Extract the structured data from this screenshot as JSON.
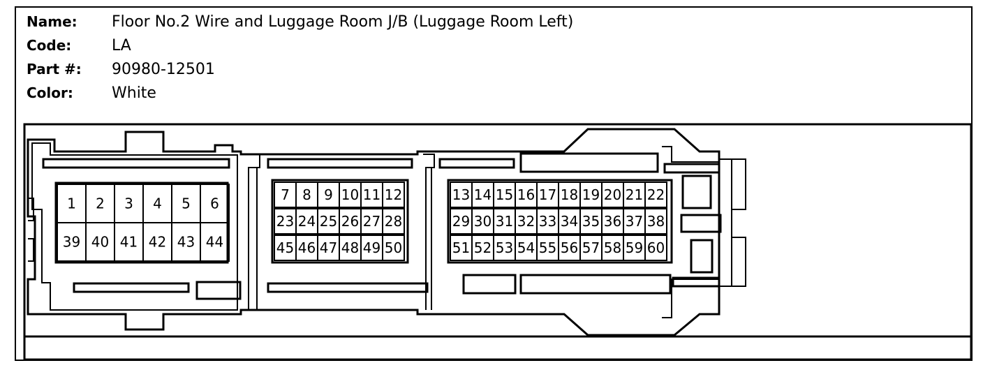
{
  "info": {
    "name_label": "Name:",
    "name_value": "Floor No.2 Wire and Luggage Room J/B (Luggage Room Left)",
    "code_label": "Code:",
    "code_value": "LA",
    "part_label": "Part #:",
    "part_value": "90980-12501",
    "color_label": "Color:",
    "color_value": "White"
  },
  "connector": {
    "left_block": {
      "top": [
        "1",
        "2",
        "3",
        "4",
        "5",
        "6"
      ],
      "bottom": [
        "39",
        "40",
        "41",
        "42",
        "43",
        "44"
      ]
    },
    "middle_block": [
      [
        "7",
        "8",
        "9",
        "10",
        "11",
        "12"
      ],
      [
        "23",
        "24",
        "25",
        "26",
        "27",
        "28"
      ],
      [
        "45",
        "46",
        "47",
        "48",
        "49",
        "50"
      ]
    ],
    "right_block": [
      [
        "13",
        "14",
        "15",
        "16",
        "17",
        "18",
        "19",
        "20",
        "21",
        "22"
      ],
      [
        "29",
        "30",
        "31",
        "32",
        "33",
        "34",
        "35",
        "36",
        "37",
        "38"
      ],
      [
        "51",
        "52",
        "53",
        "54",
        "55",
        "56",
        "57",
        "58",
        "59",
        "60"
      ]
    ]
  }
}
